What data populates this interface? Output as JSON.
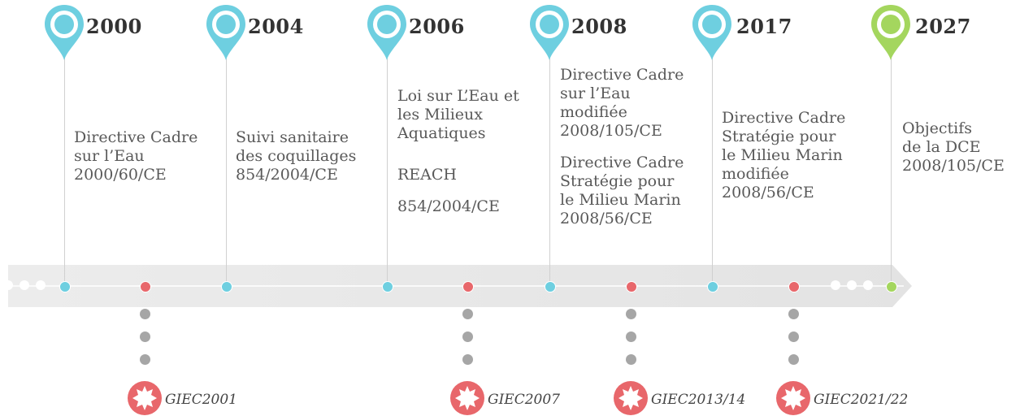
{
  "colors": {
    "blue": "#6ecfe0",
    "green": "#a4d65e",
    "red": "#e8676b",
    "gray": "#a6a6a6",
    "band": "#e6e6e6"
  },
  "milestones": [
    {
      "year": "2000",
      "pin_color": "blue",
      "text": [
        "Directive Cadre\nsur l’Eau\n2000/60/CE"
      ]
    },
    {
      "year": "2004",
      "pin_color": "blue",
      "text": [
        "Suivi sanitaire\ndes coquillages\n854/2004/CE"
      ]
    },
    {
      "year": "2006",
      "pin_color": "blue",
      "text": [
        "Loi sur L’Eau et\nles Milieux\nAquatiques",
        "REACH",
        "854/2004/CE"
      ]
    },
    {
      "year": "2008",
      "pin_color": "blue",
      "text": [
        "Directive Cadre\nsur l’Eau\nmodifiée\n2008/105/CE",
        "Directive Cadre\nStratégie pour\nle Milieu Marin\n2008/56/CE"
      ]
    },
    {
      "year": "2017",
      "pin_color": "blue",
      "text": [
        "Directive Cadre\nStratégie pour\nle Milieu Marin\nmodifiée\n2008/56/CE"
      ]
    },
    {
      "year": "2027",
      "pin_color": "green",
      "text": [
        "Objectifs\nde la DCE\n2008/105/CE"
      ]
    }
  ],
  "giec": [
    {
      "label": "GIEC2001"
    },
    {
      "label": "GIEC2007"
    },
    {
      "label": "GIEC2013/14"
    },
    {
      "label": "GIEC2021/22"
    }
  ]
}
